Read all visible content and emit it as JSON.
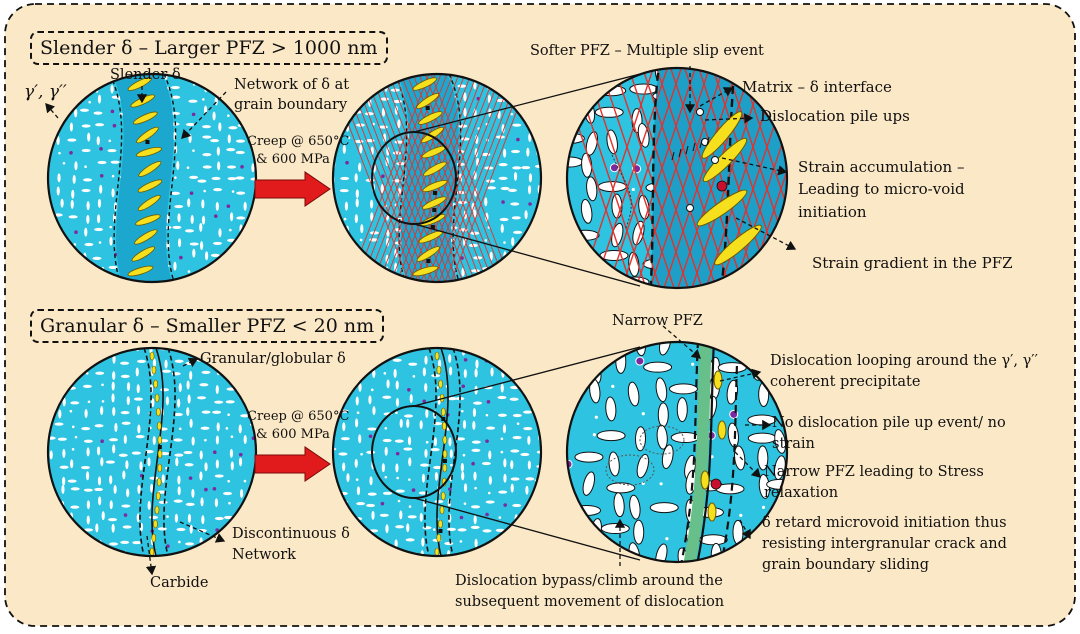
{
  "colors": {
    "background": "#fbe8c6",
    "matrix": "#2ec3e0",
    "pfz_slender": "#1ca7cf",
    "pfz_narrow": "#67c08a",
    "delta_precipitate": "#f6e01e",
    "arrow": "#e11b1b",
    "carbide": "#c8102e",
    "dot": "#7b2aa0",
    "slip_lines": "#e0332f"
  },
  "top": {
    "title": "Slender δ – Larger PFZ > 1000 nm",
    "gamma_label": "γ′, γ′′",
    "slender_label": "Slender δ",
    "network_label_1": "Network of δ at",
    "network_label_2": "grain boundary",
    "creep_1": "Creep @ 650°C",
    "creep_2": "& 600 MPa",
    "softer_pfz": "Softer PFZ – Multiple slip event",
    "matrix_interface": "Matrix – δ interface",
    "pile_ups": "Dislocation pile ups",
    "strain_acc_1": "Strain accumulation –",
    "strain_acc_2": "Leading to micro-void",
    "strain_acc_3": "initiation",
    "strain_gradient": "Strain gradient in the PFZ"
  },
  "bottom": {
    "title": "Granular δ – Smaller PFZ < 20 nm",
    "granular_label": "Granular/globular δ",
    "creep_1": "Creep @ 650°C",
    "creep_2": "& 600 MPa",
    "narrow_pfz": "Narrow PFZ",
    "looping_1": "Dislocation looping around the γ′, γ′′",
    "looping_2": "coherent precipitate",
    "no_pileup_1": "No dislocation pile up event/ no",
    "no_pileup_2": "strain",
    "narrow_relax_1": "Narrow PFZ leading to Stress",
    "narrow_relax_2": "relaxation",
    "retard_1": "δ retard microvoid initiation thus",
    "retard_2": "resisting intergranular crack and",
    "retard_3": "grain boundary sliding",
    "discontinuous_1": "Discontinuous δ",
    "discontinuous_2": "Network",
    "carbide": "Carbide",
    "bypass_1": "Dislocation bypass/climb around the",
    "bypass_2": "subsequent movement of dislocation"
  }
}
